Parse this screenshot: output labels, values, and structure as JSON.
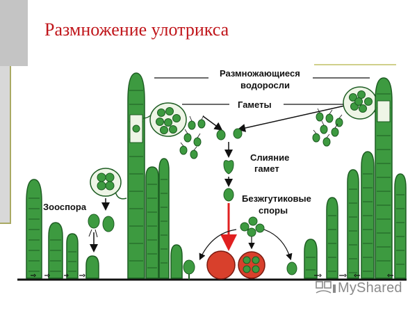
{
  "title": "Размножение улотрикса",
  "labels": {
    "reproducing": "Размножающиеся водоросли",
    "reproducing_line1": "Размножающиеся",
    "reproducing_line2": "водоросли",
    "gametes": "Гаметы",
    "fusion": "Слияние гамет",
    "fusion_line1": "Слияние",
    "fusion_line2": "гамет",
    "spores": "Безжгутиковые споры",
    "spores_line1": "Безжгутиковые",
    "spores_line2": "споры",
    "zoospore": "Зооспора"
  },
  "watermark": {
    "text": "MyShared",
    "icon": "myshared-logo-icon"
  },
  "colors": {
    "title": "#c0161b",
    "algae_fill": "#3d9a40",
    "algae_dark": "#1d5c22",
    "cell_light": "#e8f1e0",
    "zygote_red": "#d8402c",
    "arrow_red": "#e02020",
    "watermark": "#8a8a8a"
  }
}
